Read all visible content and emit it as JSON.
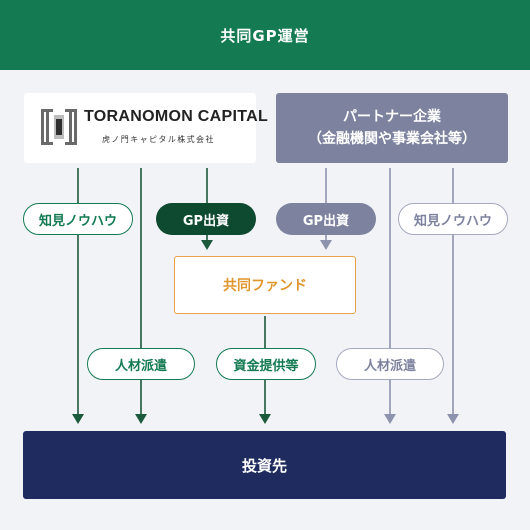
{
  "header": {
    "title": "共同GP運営"
  },
  "toranomon": {
    "name": "TORANOMON CAPITAL",
    "sub": "虎ノ門キャピタル株式会社"
  },
  "partner": {
    "line1": "パートナー企業",
    "line2": "（金融機関や事業会社等）"
  },
  "labels": {
    "knowhow_left": "知見ノウハウ",
    "gp_left": "GP出資",
    "gp_right": "GP出資",
    "knowhow_right": "知見ノウハウ",
    "staff_left": "人材派遣",
    "funding": "資金提供等",
    "staff_right": "人材派遣"
  },
  "fund": {
    "label": "共同ファンド"
  },
  "target": {
    "label": "投資先"
  },
  "colors": {
    "green": "#137a52",
    "dark_green": "#0e4a30",
    "gray": "#7d829e",
    "orange": "#e8a24a",
    "navy": "#1f2a5e"
  }
}
